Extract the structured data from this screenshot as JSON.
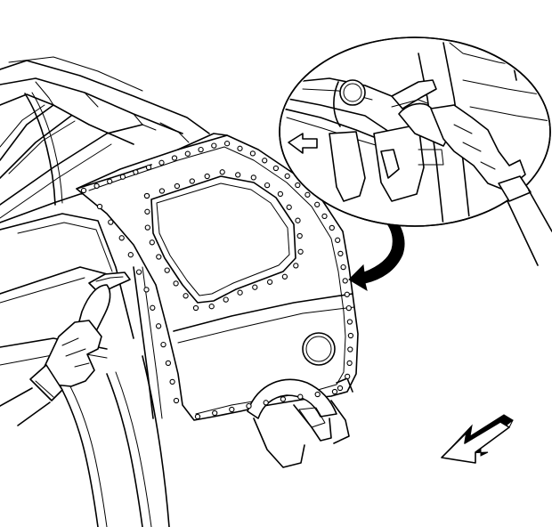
{
  "figure": {
    "subject": "",
    "elements": [
      "vehicle-body-side",
      "quarter-panel",
      "weld-tool-left",
      "detail-callout",
      "callout-arrow",
      "direction-arrow"
    ]
  },
  "icons": {
    "direction_arrow": "arrow-left-icon",
    "callout_arrow": "curved-arrow-icon",
    "inset_arrow": "arrow-left-outline-icon"
  },
  "colors": {
    "line": "#000000",
    "background": "#ffffff"
  }
}
